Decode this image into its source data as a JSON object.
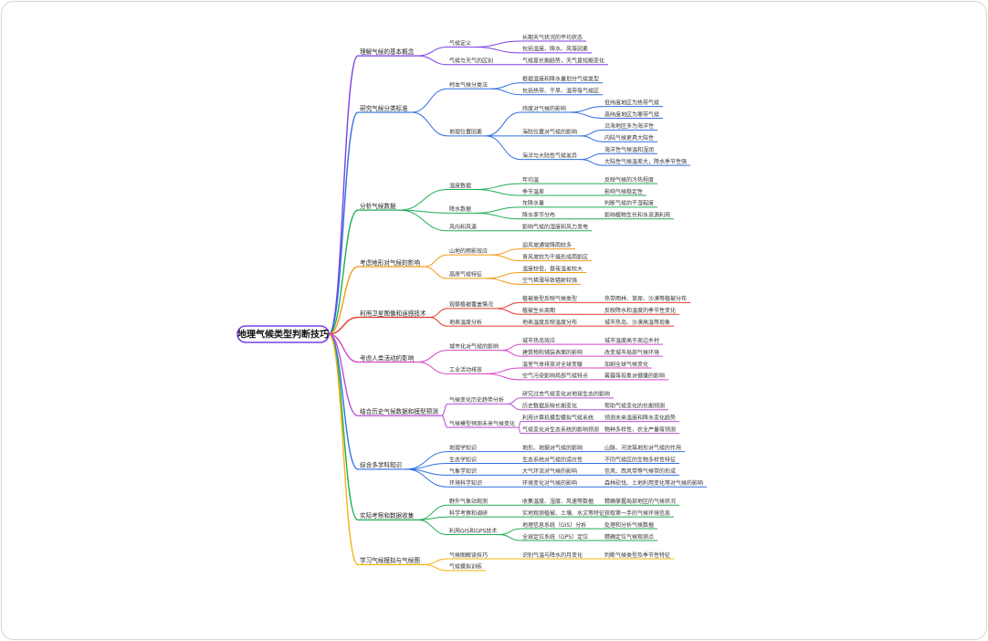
{
  "root": "地理气候类型判断技巧",
  "colors": [
    "#7b3fe4",
    "#2f6fe0",
    "#1fae52",
    "#f29a12",
    "#e23b2b",
    "#d944c9",
    "#b44fd8",
    "#2f6fe0",
    "#1fae52",
    "#f2b40f"
  ],
  "branches": [
    {
      "label": "理解气候的基本概念",
      "children": [
        {
          "label": "气候定义",
          "children": [
            {
              "label": "长期天气状况的平均状态"
            },
            {
              "label": "包括温度、降水、风等因素"
            }
          ]
        },
        {
          "label": "气候与天气的区别",
          "children": [
            {
              "label": "气候是长期趋势，天气是短期变化"
            }
          ]
        }
      ]
    },
    {
      "label": "研究气候分类标准",
      "children": [
        {
          "label": "柯本气候分类法",
          "children": [
            {
              "label": "根据温度和降水量划分气候类型"
            },
            {
              "label": "包括热带、干旱、温带等气候区"
            }
          ]
        },
        {
          "label": "地理位置因素",
          "children": [
            {
              "label": "纬度对气候的影响",
              "children": [
                {
                  "label": "低纬度地区为热带气候"
                },
                {
                  "label": "高纬度地区为寒带气候"
                }
              ]
            },
            {
              "label": "海陆位置对气候的影响",
              "children": [
                {
                  "label": "沿海地区多为海洋性"
                },
                {
                  "label": "内陆气候更具大陆性"
                }
              ]
            },
            {
              "label": "海洋与大陆性气候差异",
              "children": [
                {
                  "label": "海洋性气候温和湿润"
                },
                {
                  "label": "大陆性气候温差大，降水季节性强"
                }
              ]
            }
          ]
        }
      ]
    },
    {
      "label": "分析气候数据",
      "children": [
        {
          "label": "温度数据",
          "children": [
            {
              "label": "年均温",
              "children": [
                {
                  "label": "反映气候的冷热程度"
                }
              ]
            },
            {
              "label": "季节温差",
              "children": [
                {
                  "label": "影响气候稳定性"
                }
              ]
            }
          ]
        },
        {
          "label": "降水数据",
          "children": [
            {
              "label": "年降水量",
              "children": [
                {
                  "label": "判断气候的干湿程度"
                }
              ]
            },
            {
              "label": "降水季节分布",
              "children": [
                {
                  "label": "影响植物生长和水资源利用"
                }
              ]
            }
          ]
        },
        {
          "label": "风向和风速",
          "children": [
            {
              "label": "影响气候的湿度和风力发电"
            }
          ]
        }
      ]
    },
    {
      "label": "考虑地形对气候的影响",
      "children": [
        {
          "label": "山地的雨影效应",
          "children": [
            {
              "label": "迎风坡通常降雨较多"
            },
            {
              "label": "背风坡较为干燥形成雨影区"
            }
          ]
        },
        {
          "label": "高原气候特征",
          "children": [
            {
              "label": "温度较低，昼夜温差较大"
            },
            {
              "label": "空气稀薄导致辐射较强"
            }
          ]
        }
      ]
    },
    {
      "label": "利用卫星图像和遥感技术",
      "children": [
        {
          "label": "观察植被覆盖情况",
          "children": [
            {
              "label": "植被类型反映气候类型",
              "children": [
                {
                  "label": "热带雨林、草原、沙漠等植被分布"
                }
              ]
            },
            {
              "label": "植被生长周期",
              "children": [
                {
                  "label": "反映降水和温度的季节性变化"
                }
              ]
            }
          ]
        },
        {
          "label": "地表温度分析",
          "children": [
            {
              "label": "地表温度反映温度分布",
              "children": [
                {
                  "label": "城市热岛、沙漠高温等现象"
                }
              ]
            }
          ]
        }
      ]
    },
    {
      "label": "考虑人类活动的影响",
      "children": [
        {
          "label": "城市化对气候的影响",
          "children": [
            {
              "label": "城市热岛效应",
              "children": [
                {
                  "label": "城市温度高于周边乡村"
                }
              ]
            },
            {
              "label": "建筑物和铺装表面的影响",
              "children": [
                {
                  "label": "改变城市局部气候环境"
                }
              ]
            }
          ]
        },
        {
          "label": "工业活动排放",
          "children": [
            {
              "label": "温室气体排放对全球变暖",
              "children": [
                {
                  "label": "加剧全球气候变化"
                }
              ]
            },
            {
              "label": "空气污染影响局部气候特点",
              "children": [
                {
                  "label": "雾霾等现象对健康的影响"
                }
              ]
            }
          ]
        }
      ]
    },
    {
      "label": "结合历史气候数据和模型预测",
      "children": [
        {
          "label": "气候变化历史趋势分析",
          "children": [
            {
              "label": "研究过去气候变化对地球生态的影响",
              "children": []
            },
            {
              "label": "历史数据反映长期变化",
              "children": [
                {
                  "label": "帮助气候变化的长期预测"
                }
              ]
            }
          ]
        },
        {
          "label": "气候模型预测未来气候变化",
          "children": [
            {
              "label": "利用计算机模型模拟气候系统",
              "children": [
                {
                  "label": "预测未来温度和降水变化趋势"
                }
              ]
            },
            {
              "label": "气候变化对生态系统的影响预测",
              "children": [
                {
                  "label": "物种多样性、农业产量等预测"
                }
              ]
            }
          ]
        }
      ]
    },
    {
      "label": "综合多学科知识",
      "children": [
        {
          "label": "地理学知识",
          "children": [
            {
              "label": "地形、地貌对气候的影响",
              "children": [
                {
                  "label": "山脉、河流等地形对气候的作用"
                }
              ]
            }
          ]
        },
        {
          "label": "生态学知识",
          "children": [
            {
              "label": "生态系统对气候的适应性",
              "children": [
                {
                  "label": "不同气候区的生物多样性特征"
                }
              ]
            }
          ]
        },
        {
          "label": "气象学知识",
          "children": [
            {
              "label": "大气环流对气候的影响",
              "children": [
                {
                  "label": "信风、西风带等气候带的形成"
                }
              ]
            }
          ]
        },
        {
          "label": "环境科学知识",
          "children": [
            {
              "label": "环境变化对气候的影响",
              "children": [
                {
                  "label": "森林砍伐、土地利用变化等对气候的影响"
                }
              ]
            }
          ]
        }
      ]
    },
    {
      "label": "实际考察和数据收集",
      "children": [
        {
          "label": "野外气象站观测",
          "children": [
            {
              "label": "收集温度、湿度、风速等数据",
              "children": [
                {
                  "label": "精确掌握局部地区的气候状况"
                }
              ]
            }
          ]
        },
        {
          "label": "科学考察和调研",
          "children": [
            {
              "label": "实地观测植被、土壤、水文等特征",
              "children": [
                {
                  "label": "获取第一手的气候环境信息"
                }
              ]
            }
          ]
        },
        {
          "label": "利用GIS和GPS技术",
          "children": [
            {
              "label": "地理信息系统（GIS）分析",
              "children": [
                {
                  "label": "处理和分析气候数据"
                }
              ]
            },
            {
              "label": "全球定位系统（GPS）定位",
              "children": [
                {
                  "label": "精确定位气候观测点"
                }
              ]
            }
          ]
        }
      ]
    },
    {
      "label": "学习气候模拟与气候图",
      "children": [
        {
          "label": "气候图解读技巧",
          "children": [
            {
              "label": "识别气温与降水的月变化",
              "children": [
                {
                  "label": "判断气候类型及季节性特征"
                }
              ]
            }
          ]
        },
        {
          "label": "气候模拟训练",
          "children": []
        }
      ]
    }
  ]
}
